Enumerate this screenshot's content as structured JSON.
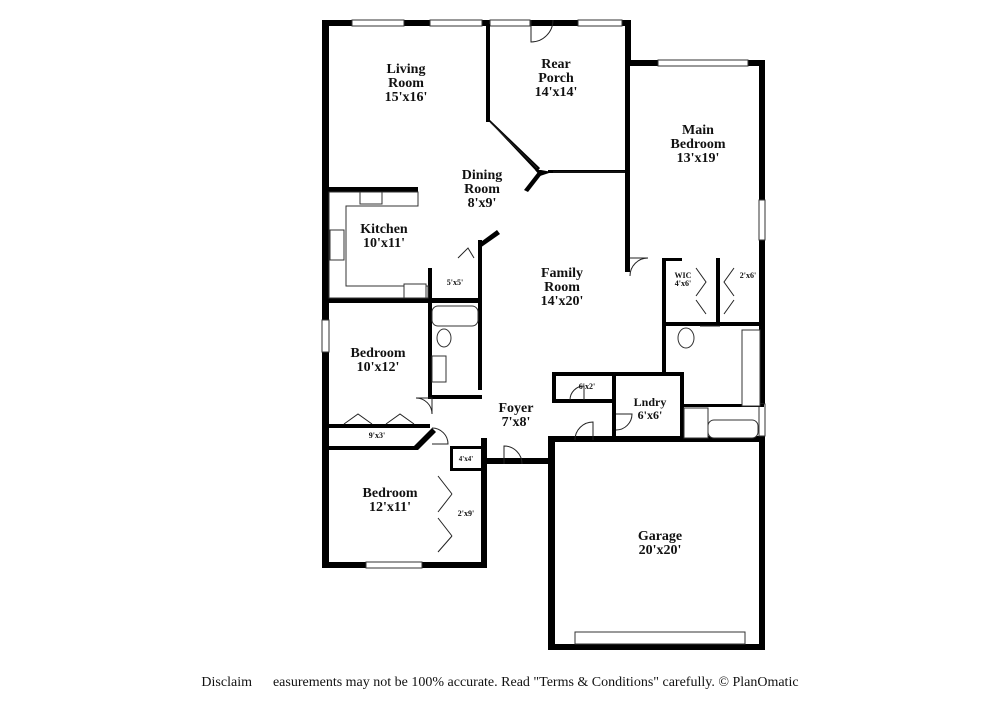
{
  "rooms": {
    "living": {
      "name": "Living Room",
      "line1": "Living",
      "line2": "Room",
      "size": "15'x16'"
    },
    "rear_porch": {
      "line1": "Rear",
      "line2": "Porch",
      "size": "14'x14'"
    },
    "main_bedroom": {
      "line1": "Main",
      "line2": "Bedroom",
      "size": "13'x19'"
    },
    "dining": {
      "line1": "Dining",
      "line2": "Room",
      "size": "8'x9'"
    },
    "kitchen": {
      "line1": "Kitchen",
      "size": "10'x11'"
    },
    "family": {
      "line1": "Family",
      "line2": "Room",
      "size": "14'x20'"
    },
    "bedroom_2": {
      "line1": "Bedroom",
      "size": "10'x12'"
    },
    "bedroom_3": {
      "line1": "Bedroom",
      "size": "12'x11'"
    },
    "foyer": {
      "line1": "Foyer",
      "size": "7'x8'"
    },
    "laundry": {
      "line1": "Lndry",
      "size": "6'x6'"
    },
    "garage": {
      "line1": "Garage",
      "size": "20'x20'"
    },
    "wic": {
      "line1": "WIC",
      "size": "4'x6'"
    },
    "closet_2x6": {
      "size": "2'x6'"
    },
    "pantry": {
      "size": "5'x5'"
    },
    "closet_6x2": {
      "size": "6'x2'"
    },
    "closet_9x3": {
      "size": "9'x3'"
    },
    "closet_4x4": {
      "size": "4'x4'"
    },
    "closet_2x9": {
      "size": "2'x9'"
    }
  },
  "footer": {
    "disclaimer": "Disclaim      easurements may not be 100% accurate. Read \"Terms & Conditions\" carefully. © PlanOmatic"
  }
}
